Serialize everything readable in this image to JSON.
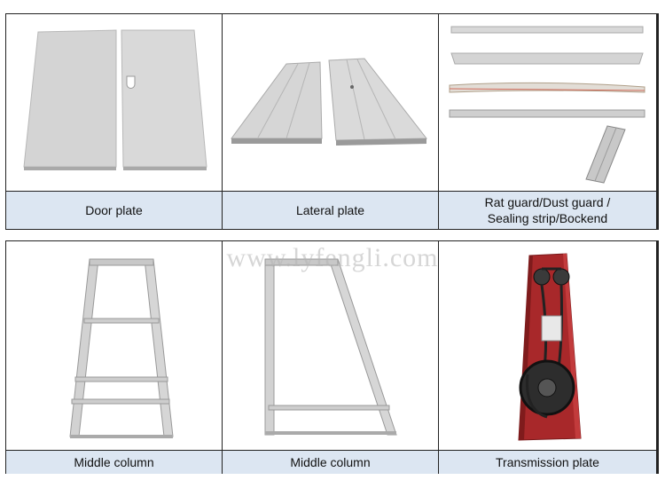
{
  "top_row": [
    {
      "image": "door-plate-image",
      "caption": "Door plate"
    },
    {
      "image": "lateral-plate-image",
      "caption": "Lateral plate"
    },
    {
      "image": "rat-guard-image",
      "caption": "Rat guard/Dust guard /\nSealing strip/Bockend"
    }
  ],
  "bottom_row": [
    {
      "image": "middle-column-image",
      "caption": "Middle column"
    },
    {
      "image": "middle-column-image",
      "caption": "Middle column"
    },
    {
      "image": "transmission-plate-image",
      "caption": "Transmission plate"
    }
  ],
  "watermark": "www.lyfengli.com",
  "colors": {
    "caption_bg": "#dce6f2",
    "border": "#222222",
    "transmission_red": "#a8282a"
  }
}
